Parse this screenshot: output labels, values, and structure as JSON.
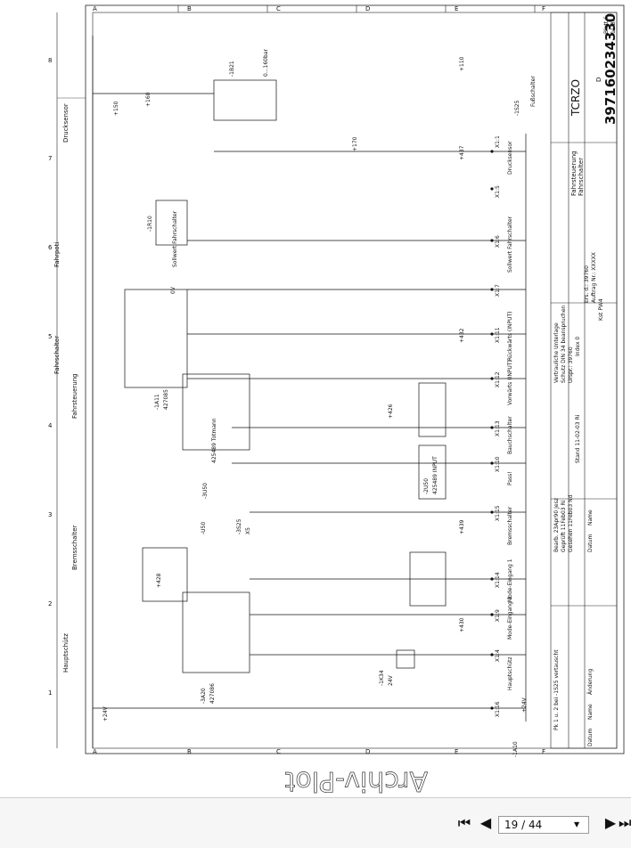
{
  "pager": {
    "current": "19",
    "total": "44",
    "text": "19 / 44",
    "first_icon": "skip-to-first-icon",
    "prev_icon": "previous-page-icon",
    "next_icon": "next-page-icon",
    "last_icon": "skip-to-last-icon",
    "dropdown_icon": "dropdown-caret-icon"
  },
  "sheet": {
    "col_letters": [
      "A",
      "B",
      "C",
      "D",
      "E",
      "F"
    ],
    "row_numbers": [
      "1",
      "2",
      "3",
      "4",
      "5",
      "6",
      "7",
      "8"
    ],
    "section_labels": [
      "Hauptschütz",
      "Bremsschalter",
      "Fahrsteuerung",
      "Fahrschalter",
      "Fahrpoti",
      "Drucksensor"
    ],
    "title": {
      "company": "TCRZO",
      "line1": "Fahrsteuerung",
      "line2": "Fahrschalter",
      "drawing_number": "397160234330",
      "sheet_label": "Blatt 6",
      "sheet_count": "11 Bl.",
      "index": "D",
      "order": "Auftrag Nr.: XXXXX",
      "replaces": "Ers. d.: 39760",
      "kst": "Kst PW4",
      "doc_class": "Vertrauliche Unterlage",
      "din_note": "Schutz DIN 34 beanspruchen",
      "origin": "Urspr.: 39760",
      "index_label": "Index 0",
      "revision": "Pk 1 u. 2 bei -1S25 vertauscht",
      "bearb": "Bearb. 23Apr90 Jesz",
      "gepr": "Geprüft 11Feb03 Ri",
      "norm": "Gesehen 11Feb03 Nd",
      "stand": "Stand 11-02-03 Ri",
      "head_cols": [
        "Datum",
        "Name",
        "Änderung",
        "Datum",
        "Name"
      ]
    },
    "components": [
      {
        "ref": "-1B21",
        "text": "0...160bar"
      },
      {
        "ref": "-1R10",
        "text": "Sollwert Fahrschalter"
      },
      {
        "ref": "-1A11",
        "text": "427085"
      },
      {
        "ref": "-3S25",
        "text": "X5"
      },
      {
        "ref": "-3U50",
        "text": "425489 Totmann"
      },
      {
        "ref": "-2U50",
        "text": "425489 INPUT"
      },
      {
        "ref": "-3A20",
        "text": "427086"
      },
      {
        "ref": "-1K34",
        "text": "24V"
      },
      {
        "ref": "-1A10",
        "text": "+24V"
      },
      {
        "ref": "-1S25",
        "text": "Fußschalter"
      }
    ],
    "signal_labels": [
      "Drucksensor",
      "Sollwert Fahrschalter",
      "Rückwärts (INPUT)",
      "Vorwärts (INPUT)",
      "Bauchschalter",
      "Pass!",
      "Bremsschalter",
      "Mode-Eingang 1",
      "Mode-Eingang 2",
      "Hauptschütz"
    ],
    "terminals": [
      "X1:1",
      "X1:5",
      "X1:6",
      "X1:7",
      "X1:11",
      "X1:12",
      "X1:13",
      "X1:10",
      "X1:15",
      "X1:14",
      "X1:9",
      "X1:4",
      "X1:16"
    ],
    "wires": [
      "+150",
      "+160",
      "+170",
      "+110",
      "-U50",
      "+24V",
      "0V",
      "+426",
      "+428",
      "+430",
      "+432",
      "+437",
      "+439"
    ],
    "watermark": "Archiv-Plot"
  }
}
